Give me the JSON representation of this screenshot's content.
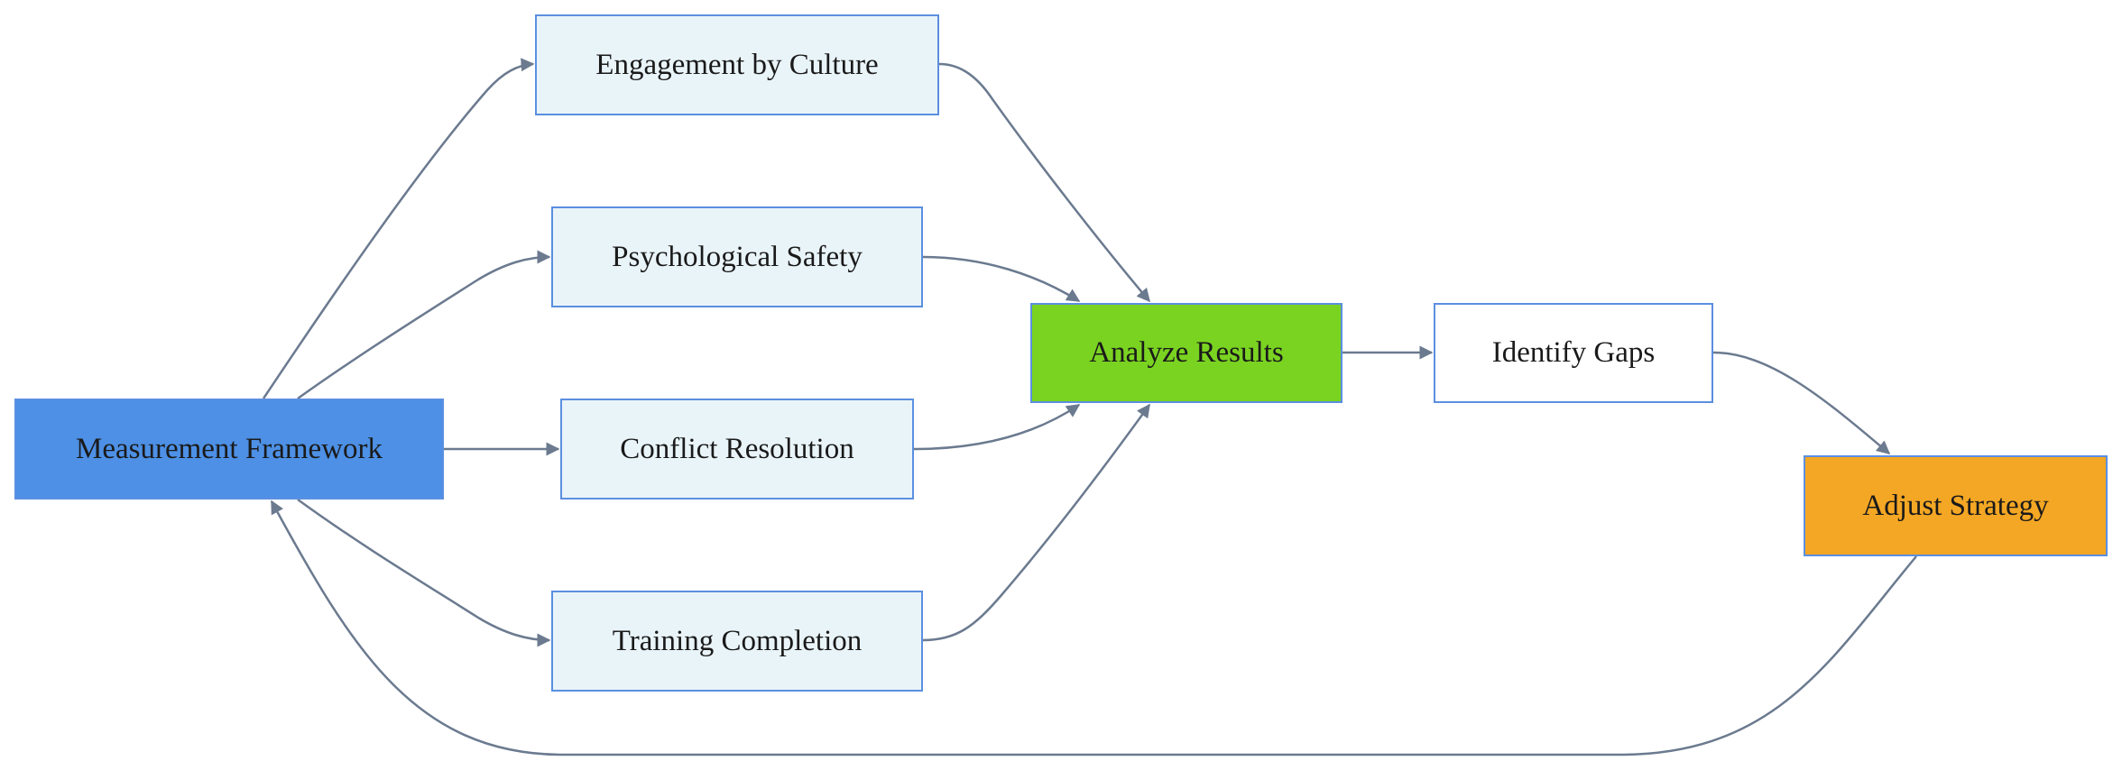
{
  "nodes": {
    "framework": "Measurement Framework",
    "engagement": "Engagement by Culture",
    "psych_safety": "Psychological Safety",
    "conflict": "Conflict Resolution",
    "training": "Training Completion",
    "analyze": "Analyze Results",
    "gaps": "Identify Gaps",
    "adjust": "Adjust Strategy"
  },
  "colors": {
    "edge": "#6b7a8f",
    "node_border": "#5b8fe0",
    "metric_fill": "#e9f4f9",
    "framework_fill": "#4d90e5",
    "analyze_fill": "#7ad321",
    "gaps_fill": "#ffffff",
    "adjust_fill": "#f4a724"
  }
}
